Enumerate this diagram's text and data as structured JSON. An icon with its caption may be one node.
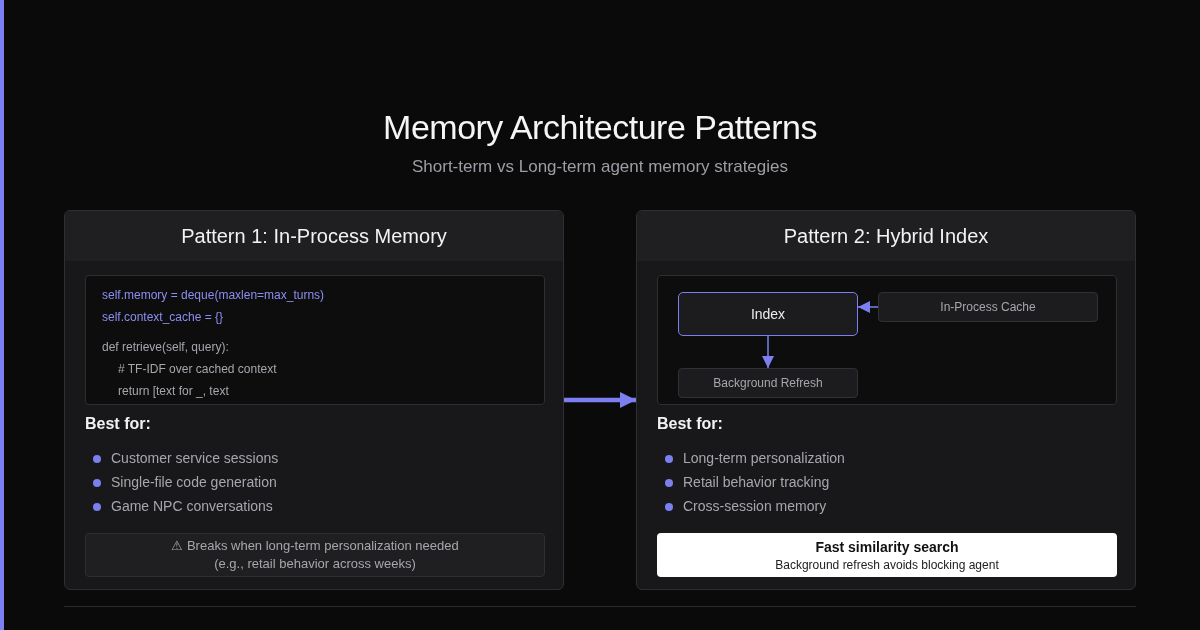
{
  "diagram": {
    "title": "Memory Architecture Patterns",
    "nodes": [
      {
        "text": [
          "Pattern 1: In-Process Memory",
          "Best for:",
          "Customer service sessions",
          "Single-file code generation",
          "Game NPC conversations"
        ]
      },
      {
        "text": [
          "self.memory = deque(maxlen=max_turns)",
          "self.context_cache = {}",
          "def retrieve(self, query):",
          "# TF-IDF over cached context",
          "return [text for _, text"
        ],
        "in": 0
      },
      {
        "text": [
          "⚠ Breaks when long-term personalization needed (e.g., retail behavior across weeks)"
        ],
        "in": 0
      },
      {
        "text": [
          "Pattern 2: Hybrid Index",
          "Best for:",
          "Long-term personalization",
          "Retail behavior tracking",
          "Cross-session memory"
        ]
      },
      {
        "text": [],
        "shape": "box",
        "in": 3
      },
      {
        "text": [
          "Index"
        ],
        "in": 4
      },
      {
        "text": [
          "In-Process Cache"
        ],
        "in": 4
      },
      {
        "text": [
          "Background Refresh"
        ],
        "in": 4
      },
      {
        "text": [
          "Fast similarity search",
          "Background refresh avoids blocking agent"
        ],
        "in": 3
      }
    ],
    "edges": [
      {
        "from": 0,
        "to": 3,
        "arrow": "to",
        "style": "thick"
      },
      {
        "from": 6,
        "to": 5,
        "arrow": "to"
      },
      {
        "from": 5,
        "to": 7,
        "arrow": "to"
      }
    ],
    "labels": [
      "Short-term vs Long-term agent memory strategies"
    ]
  }
}
